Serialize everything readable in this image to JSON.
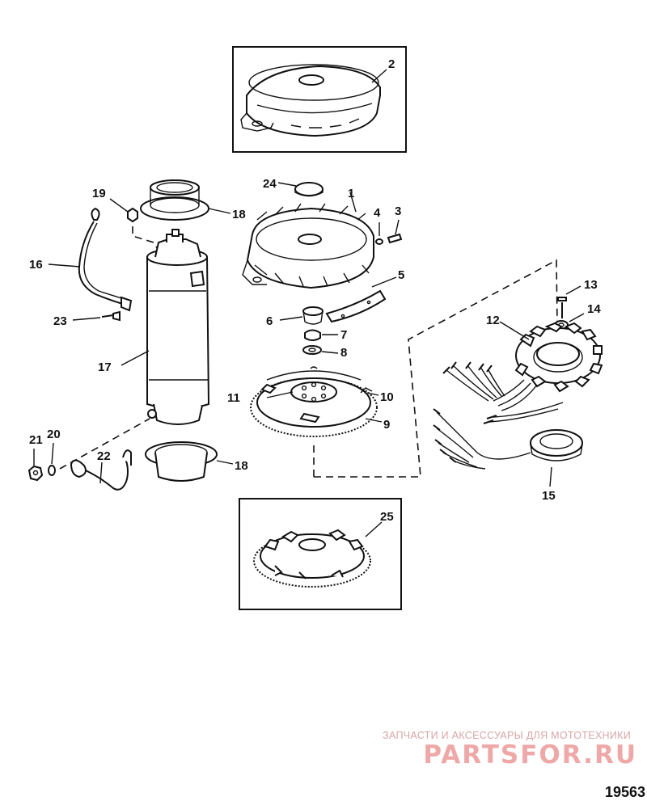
{
  "diagram": {
    "callouts": {
      "c1": "1",
      "c2": "2",
      "c3": "3",
      "c4": "4",
      "c5": "5",
      "c6": "6",
      "c7": "7",
      "c8": "8",
      "c9": "9",
      "c10": "10",
      "c11": "11",
      "c12": "12",
      "c13": "13",
      "c14": "14",
      "c15": "15",
      "c16": "16",
      "c17": "17",
      "c18a": "18",
      "c18b": "18",
      "c19": "19",
      "c20": "20",
      "c21": "21",
      "c22": "22",
      "c23": "23",
      "c24": "24",
      "c25": "25"
    },
    "figure_number": "19563"
  },
  "watermark": {
    "tagline": "ЗАПЧАСТИ И АКСЕССУАРЫ ДЛЯ МОТОТЕХНИКИ",
    "logo": "PARTSFOR.RU",
    "logo_color": "#e06060"
  }
}
